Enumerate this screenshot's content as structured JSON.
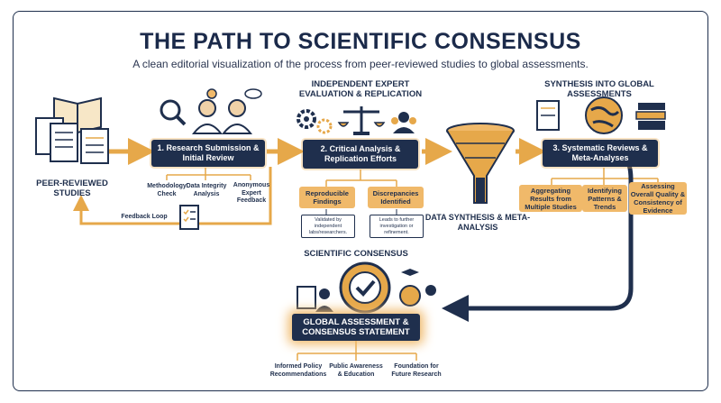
{
  "title": "THE PATH TO SCIENTIFIC CONSENSUS",
  "subtitle": "A clean editorial visualization of the process from peer-reviewed studies to global assessments.",
  "peer_reviewed": "PEER-REVIEWED STUDIES",
  "step1": {
    "label": "1. Research Submission & Initial Review",
    "checks": [
      "Methodology Check",
      "Data Integrity Analysis",
      "Anonymous Expert Feedback"
    ],
    "feedback_loop": "Feedback Loop"
  },
  "step2": {
    "header": "INDEPENDENT EXPERT EVALUATION & REPLICATION",
    "label": "2. Critical Analysis & Replication Efforts",
    "outcome_a": "Reproducible Findings",
    "outcome_b": "Discrepancies Identified",
    "note_a": "Validated by independent labs/researchers.",
    "note_b": "Leads to further investigation or refinement."
  },
  "funnel_label": "DATA SYNTHESIS & META-ANALYSIS",
  "step3": {
    "header": "SYNTHESIS INTO GLOBAL ASSESSMENTS",
    "label": "3. Systematic Reviews & Meta-Analyses",
    "items": [
      "Aggregating Results from Multiple Studies",
      "Identifying Patterns & Trends",
      "Assessing Overall Quality & Consistency of Evidence"
    ]
  },
  "consensus": {
    "header": "SCIENTIFIC CONSENSUS",
    "label": "GLOBAL ASSESSMENT & CONSENSUS STATEMENT",
    "outcomes": [
      "Informed Policy Recommendations",
      "Public Awareness & Education",
      "Foundation for Future Research"
    ]
  },
  "colors": {
    "navy": "#1f2f4d",
    "orange": "#e6a84a",
    "light_orange": "#f0b96a"
  }
}
